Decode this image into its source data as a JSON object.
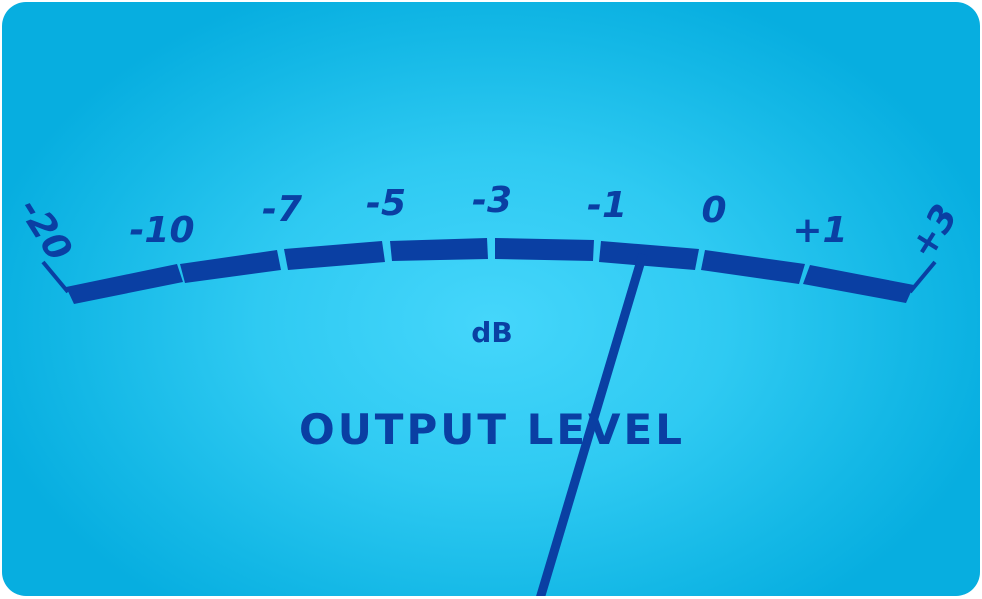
{
  "meter": {
    "title": "OUTPUT LEVEL",
    "unit": "dB",
    "scale_labels": [
      "-20",
      "-10",
      "-7",
      "-5",
      "-3",
      "-1",
      "0",
      "+1",
      "+3"
    ],
    "needle_value_db": -0.7,
    "colors": {
      "ink": "#0a3fa3",
      "background_center": "#45d6fb",
      "background_edge": "#07aee0"
    }
  }
}
